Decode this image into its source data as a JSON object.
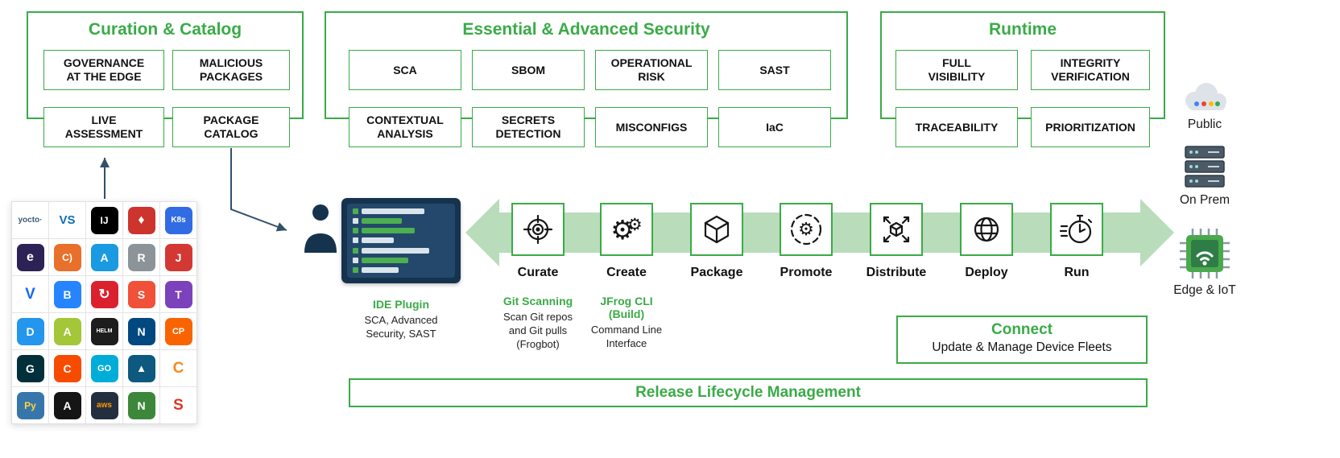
{
  "colors": {
    "green": "#3aab47",
    "light_green": "#b9dcba",
    "navy": "#16334e",
    "ink": "#161616"
  },
  "panels": {
    "curation": {
      "title": "Curation & Catalog",
      "items": [
        "GOVERNANCE\nAT THE EDGE",
        "MALICIOUS\nPACKAGES",
        "LIVE\nASSESSMENT",
        "PACKAGE\nCATALOG"
      ]
    },
    "security": {
      "title": "Essential & Advanced Security",
      "items": [
        "SCA",
        "SBOM",
        "OPERATIONAL\nRISK",
        "SAST",
        "CONTEXTUAL\nANALYSIS",
        "SECRETS\nDETECTION",
        "MISCONFIGS",
        "IaC"
      ]
    },
    "runtime": {
      "title": "Runtime",
      "items": [
        "FULL\nVISIBILITY",
        "INTEGRITY\nVERIFICATION",
        "TRACEABILITY",
        "PRIORITIZATION"
      ]
    }
  },
  "environments": [
    {
      "label": "Public",
      "icon": "cloud-icon"
    },
    {
      "label": "On Prem",
      "icon": "server-icon"
    },
    {
      "label": "Edge & IoT",
      "icon": "chip-icon"
    }
  ],
  "pipeline": {
    "stages": [
      {
        "label": "Curate",
        "icon": "crosshair-icon"
      },
      {
        "label": "Create",
        "icon": "gears-icon"
      },
      {
        "label": "Package",
        "icon": "cube-icon"
      },
      {
        "label": "Promote",
        "icon": "gear-cycle-icon"
      },
      {
        "label": "Distribute",
        "icon": "distribute-icon"
      },
      {
        "label": "Deploy",
        "icon": "globe-icon"
      },
      {
        "label": "Run",
        "icon": "stopwatch-icon"
      }
    ]
  },
  "tools": [
    {
      "title": "IDE Plugin",
      "desc": "SCA, Advanced\nSecurity, SAST"
    },
    {
      "title": "Git Scanning",
      "desc": "Scan Git repos\nand Git pulls\n(Frogbot)"
    },
    {
      "title": "JFrog CLI (Build)",
      "desc": "Command Line\nInterface"
    }
  ],
  "connect": {
    "title": "Connect",
    "subtitle": "Update & Manage Device Fleets"
  },
  "lifecycle": {
    "title": "Release Lifecycle Management"
  },
  "logos": [
    {
      "name": "yocto",
      "glyph": "yocto·",
      "bg": "#ffffff",
      "fg": "#3d5a73",
      "fs": 10
    },
    {
      "name": "visual-studio",
      "glyph": "VS",
      "bg": "#ffffff",
      "fg": "#0d6fb8",
      "fs": 15
    },
    {
      "name": "intellij-idea",
      "glyph": "IJ",
      "bg": "#000000",
      "fg": "#ffffff",
      "fs": 12
    },
    {
      "name": "rubygems",
      "glyph": "♦",
      "bg": "#cc342d",
      "fg": "#ffffff",
      "fs": 16
    },
    {
      "name": "kubernetes",
      "glyph": "K8s",
      "bg": "#326ce5",
      "fg": "#ffffff",
      "fs": 10
    },
    {
      "name": "eclipse",
      "glyph": "e",
      "bg": "#2c2255",
      "fg": "#ffffff",
      "fs": 16
    },
    {
      "name": "conan",
      "glyph": "C)",
      "bg": "#e8702a",
      "fg": "#ffffff",
      "fs": 12
    },
    {
      "name": "azure",
      "glyph": "A",
      "bg": "#1a9ae0",
      "fg": "#ffffff",
      "fs": 14
    },
    {
      "name": "cran-r",
      "glyph": "R",
      "bg": "#8d9499",
      "fg": "#ffffff",
      "fs": 14
    },
    {
      "name": "jenkins",
      "glyph": "J",
      "bg": "#d33833",
      "fg": "#ffffff",
      "fs": 14
    },
    {
      "name": "vagrant",
      "glyph": "V",
      "bg": "#ffffff",
      "fg": "#1868f2",
      "fs": 19
    },
    {
      "name": "bitbucket",
      "glyph": "B",
      "bg": "#2684ff",
      "fg": "#ffffff",
      "fs": 14
    },
    {
      "name": "openshift",
      "glyph": "↻",
      "bg": "#db212e",
      "fg": "#ffffff",
      "fs": 17
    },
    {
      "name": "swift",
      "glyph": "S",
      "bg": "#f05138",
      "fg": "#ffffff",
      "fs": 14
    },
    {
      "name": "terraform",
      "glyph": "T",
      "bg": "#7b42bc",
      "fg": "#ffffff",
      "fs": 14
    },
    {
      "name": "docker",
      "glyph": "D",
      "bg": "#2496ed",
      "fg": "#ffffff",
      "fs": 14
    },
    {
      "name": "android",
      "glyph": "A",
      "bg": "#a4c639",
      "fg": "#ffffff",
      "fs": 14
    },
    {
      "name": "helm",
      "glyph": "HELM",
      "bg": "#1d1d1d",
      "fg": "#ffffff",
      "fs": 7
    },
    {
      "name": "nuget",
      "glyph": "N",
      "bg": "#004880",
      "fg": "#ffffff",
      "fs": 14
    },
    {
      "name": "cocoapods",
      "glyph": "CP",
      "bg": "#fa6400",
      "fg": "#ffffff",
      "fs": 11
    },
    {
      "name": "gradle",
      "glyph": "G",
      "bg": "#02303a",
      "fg": "#ffffff",
      "fs": 14
    },
    {
      "name": "cargo",
      "glyph": "C",
      "bg": "#f74c00",
      "fg": "#ffffff",
      "fs": 14
    },
    {
      "name": "go",
      "glyph": "GO",
      "bg": "#00add8",
      "fg": "#ffffff",
      "fs": 11
    },
    {
      "name": "alpine",
      "glyph": "▲",
      "bg": "#0d597f",
      "fg": "#ffffff",
      "fs": 13
    },
    {
      "name": "chef",
      "glyph": "C",
      "bg": "#ffffff",
      "fg": "#f18b21",
      "fs": 19
    },
    {
      "name": "python",
      "glyph": "Py",
      "bg": "#3776ab",
      "fg": "#ffd43b",
      "fs": 12
    },
    {
      "name": "apache",
      "glyph": "A",
      "bg": "#151515",
      "fg": "#ffffff",
      "fs": 14
    },
    {
      "name": "aws",
      "glyph": "aws",
      "bg": "#232f3e",
      "fg": "#ff9900",
      "fs": 10
    },
    {
      "name": "nodejs",
      "glyph": "N",
      "bg": "#3c873a",
      "fg": "#ffffff",
      "fs": 14
    },
    {
      "name": "scala",
      "glyph": "S",
      "bg": "#ffffff",
      "fg": "#de3423",
      "fs": 19
    }
  ]
}
